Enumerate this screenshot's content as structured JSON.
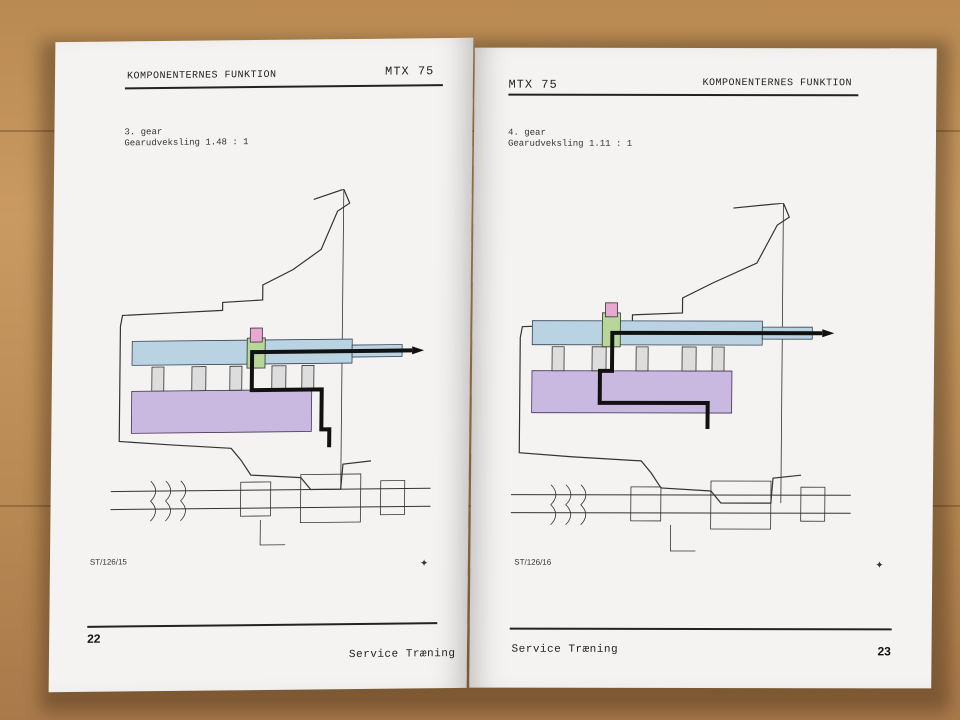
{
  "left_page": {
    "header_title": "KOMPONENTERNES FUNKTION",
    "header_model": "MTX 75",
    "caption_line1": "3. gear",
    "caption_line2": "Gearudveksling 1.48 : 1",
    "figure_ref": "ST/126/15",
    "page_number": "22",
    "footer": "Service Træning"
  },
  "right_page": {
    "header_model": "MTX 75",
    "header_title": "KOMPONENTERNES FUNKTION",
    "caption_line1": "4. gear",
    "caption_line2": "Gearudveksling 1.11 : 1",
    "figure_ref": "ST/126/16",
    "page_number": "23",
    "footer": "Service Træning"
  },
  "colors": {
    "input_shaft": "#b9d3e3",
    "output_shaft": "#c9b8e0",
    "synchro_ring": "#b7d79a",
    "selector": "#e7a8d2",
    "power_path": "#111111"
  }
}
